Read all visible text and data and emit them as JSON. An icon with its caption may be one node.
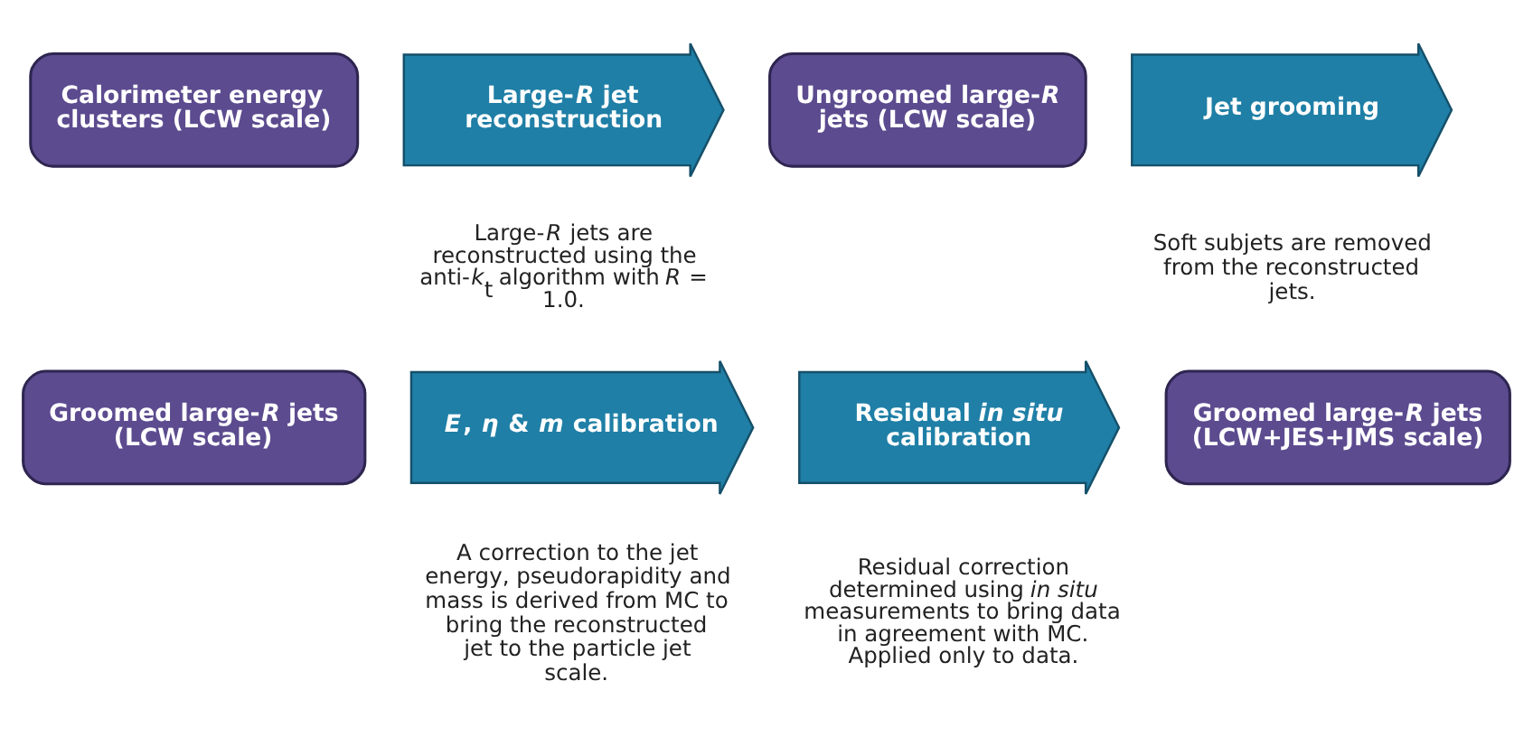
{
  "diagram": {
    "nodes": [
      {
        "text": [
          "Calorimeter energy clusters (LCW scale)"
        ]
      },
      {
        "text": [
          "Large-*R* jet reconstruction"
        ],
        "beside": [
          "Large-*R* jets are reconstructed using the anti-*k*$_{t}$ algorithm with *R* = 1.0."
        ]
      },
      {
        "text": [
          "Ungroomed large-*R* jets (LCW scale)"
        ]
      },
      {
        "text": [
          "Jet grooming"
        ],
        "beside": [
          "Soft subjets are removed from the reconstructed jets."
        ]
      },
      {
        "text": [
          "Groomed large-*R* jets (LCW scale)"
        ]
      },
      {
        "text": [
          "*E*, *η* & *m* calibration"
        ],
        "beside": [
          "A correction to the jet energy, pseudorapidity and mass is derived from MC to bring the reconstructed jet to the particle jet scale."
        ]
      },
      {
        "text": [
          "Residual *in situ* calibration"
        ],
        "beside": [
          "Residual correction determined using *in situ* measurements to bring data in agreement with MC. Applied only to data."
        ]
      },
      {
        "text": [
          "Groomed large-*R* jets (LCW+JES+JMS scale)"
        ]
      }
    ]
  }
}
